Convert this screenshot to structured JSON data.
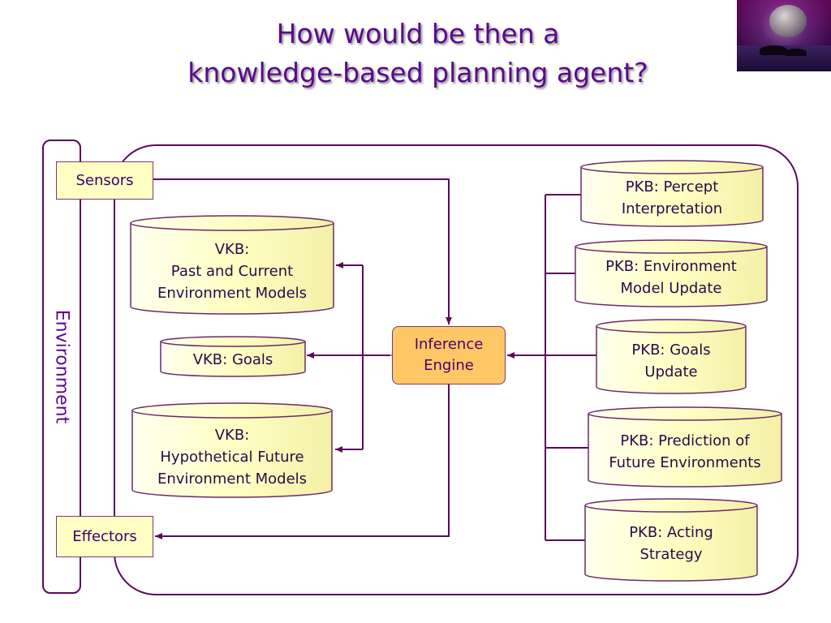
{
  "title": {
    "line1": "How would be then a",
    "line2": "knowledge-based planning agent?"
  },
  "environment": {
    "label": "Environment"
  },
  "sensors": {
    "label": "Sensors"
  },
  "effectors": {
    "label": "Effectors"
  },
  "inference_engine": {
    "line1": "Inference",
    "line2": "Engine"
  },
  "vkb": {
    "past_current": {
      "line1": "VKB:",
      "line2": "Past and Current",
      "line3": "Environment Models"
    },
    "goals": {
      "line1": "VKB: Goals"
    },
    "hypothetical": {
      "line1": "VKB:",
      "line2": "Hypothetical Future",
      "line3": "Environment Models"
    }
  },
  "pkb": {
    "percept": {
      "line1": "PKB: Percept",
      "line2": "Interpretation"
    },
    "env_update": {
      "line1": "PKB: Environment",
      "line2": "Model Update"
    },
    "goals_update": {
      "line1": "PKB: Goals",
      "line2": "Update"
    },
    "prediction": {
      "line1": "PKB: Prediction of",
      "line2": "Future Environments"
    },
    "acting": {
      "line1": "PKB: Acting",
      "line2": "Strategy"
    }
  },
  "colors": {
    "title": "#5a0a8c",
    "box_fill": "#ffffc4",
    "engine_fill": "#ffc766",
    "line": "#5a0a5a"
  }
}
